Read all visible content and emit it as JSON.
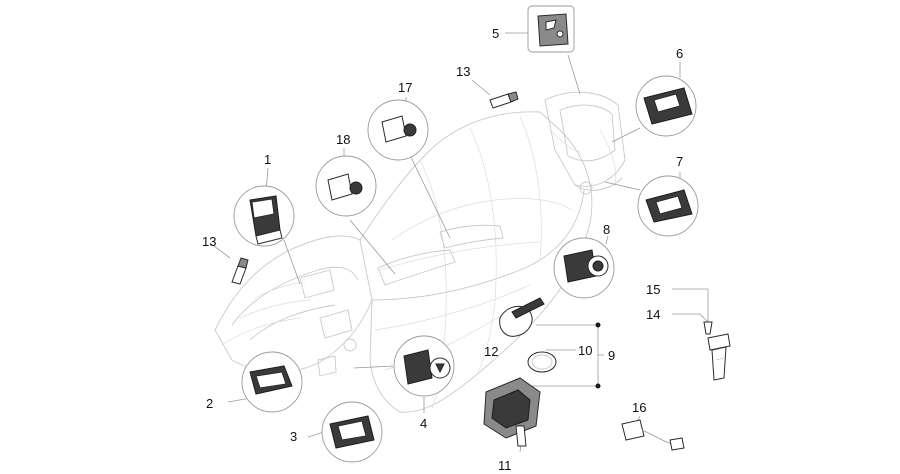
{
  "labels": {
    "n1": "1",
    "n2": "2",
    "n3": "3",
    "n4": "4",
    "n5": "5",
    "n6": "6",
    "n7": "7",
    "n8": "8",
    "n9": "9",
    "n10": "10",
    "n11": "11",
    "n12": "12",
    "n13a": "13",
    "n13b": "13",
    "n14": "14",
    "n15": "15",
    "n16": "16",
    "n17": "17",
    "n18": "18"
  },
  "colors": {
    "ink": "#111111",
    "leader": "#9a9a9a",
    "body_outline": "#c9c9c9",
    "part_fill_dark": "#3a3a3a"
  }
}
